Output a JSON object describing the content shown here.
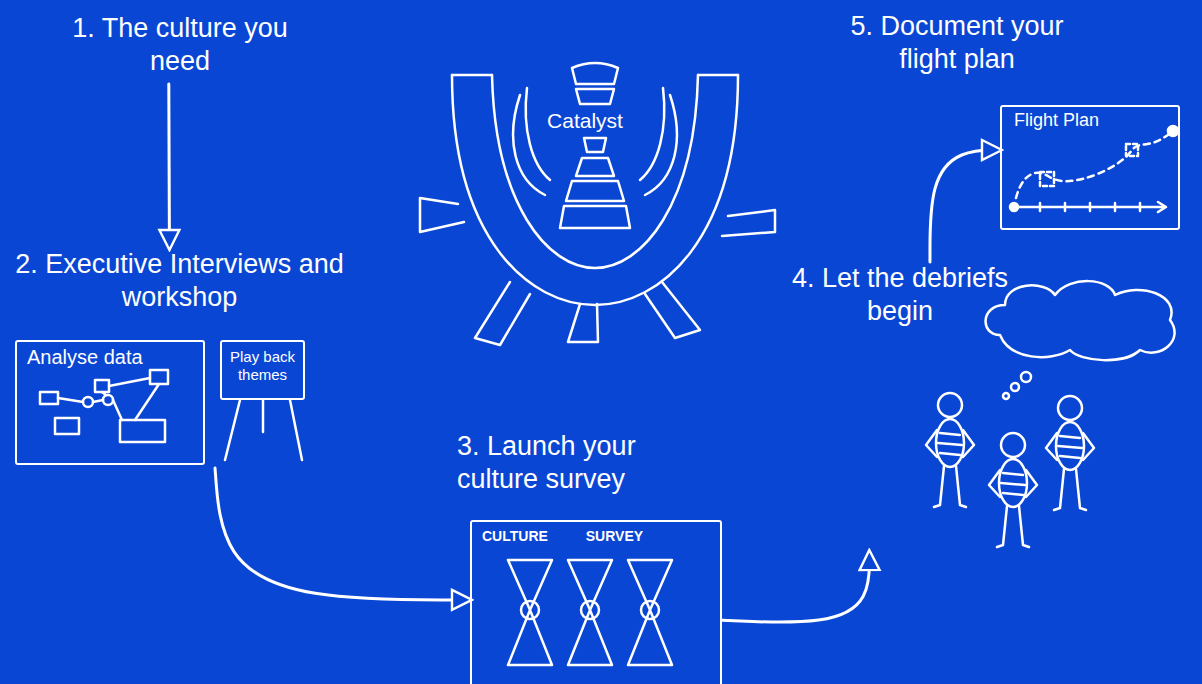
{
  "diagram": {
    "nodes": [
      {
        "text": [
          "1. The culture you need"
        ]
      },
      {
        "text": [
          "2. Executive Interviews and workshop"
        ]
      },
      {
        "text": [
          "Analyse data"
        ],
        "in": 1
      },
      {
        "text": [
          "Play back themes"
        ],
        "in": 1
      },
      {
        "text": [
          "3. Launch your culture survey",
          "CULTURE SURVEY"
        ]
      },
      {
        "text": [
          "4. Let the debriefs begin"
        ]
      },
      {
        "text": [
          "5. Document your flight plan",
          "Flight Plan"
        ]
      }
    ],
    "edges": [
      {
        "from": 0,
        "to": 1,
        "arrow": "to"
      },
      {
        "from": 1,
        "to": 4,
        "arrow": "to"
      },
      {
        "from": 4,
        "to": 5,
        "arrow": "to"
      },
      {
        "from": 5,
        "to": 6,
        "arrow": "to"
      }
    ],
    "labels": [
      "Catalyst"
    ]
  }
}
